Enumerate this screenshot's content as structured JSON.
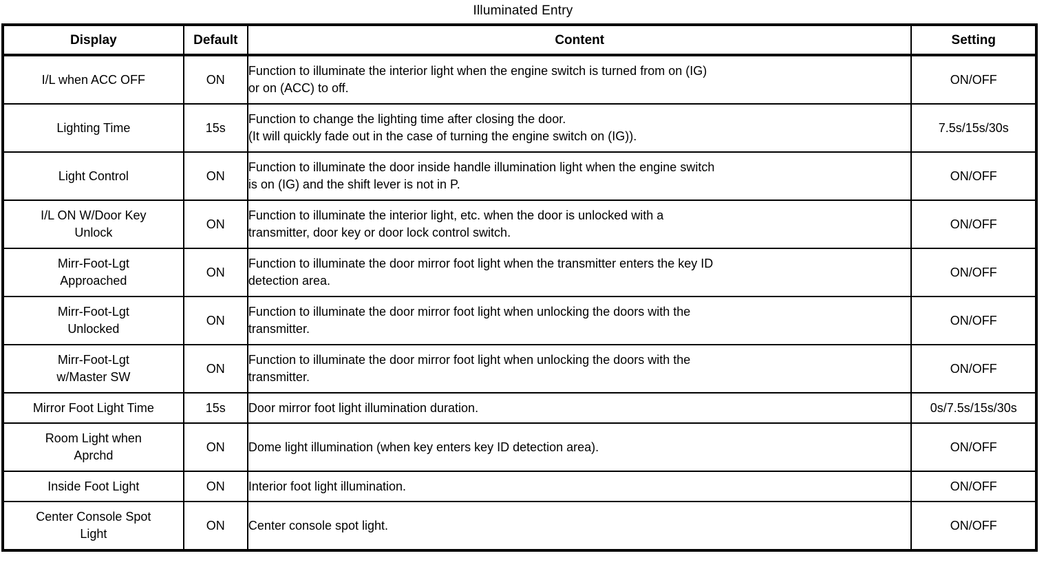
{
  "caption": "Illuminated Entry",
  "table": {
    "columns": [
      "Display",
      "Default",
      "Content",
      "Setting"
    ],
    "rows": [
      {
        "display": [
          "I/L when ACC OFF"
        ],
        "default": "ON",
        "content": [
          "Function to illuminate the interior light when the engine switch is turned from on (IG)",
          "or on (ACC) to off."
        ],
        "setting": "ON/OFF"
      },
      {
        "display": [
          "Lighting Time"
        ],
        "default": "15s",
        "content": [
          "Function to change the lighting time after closing the door.",
          "(It will quickly fade out in the case of turning the engine switch on (IG))."
        ],
        "setting": "7.5s/15s/30s"
      },
      {
        "display": [
          "Light Control"
        ],
        "default": "ON",
        "content": [
          "Function to illuminate the door inside handle illumination light when the engine switch",
          "is on (IG) and the shift lever is not in P."
        ],
        "setting": "ON/OFF"
      },
      {
        "display": [
          "I/L ON W/Door Key",
          "Unlock"
        ],
        "default": "ON",
        "content": [
          "Function to illuminate the interior light, etc. when the door is unlocked with a",
          "transmitter, door key or door lock control switch."
        ],
        "setting": "ON/OFF"
      },
      {
        "display": [
          "Mirr-Foot-Lgt",
          "Approached"
        ],
        "default": "ON",
        "content": [
          "Function to illuminate the door mirror foot light when the transmitter enters the key ID",
          "detection area."
        ],
        "setting": "ON/OFF"
      },
      {
        "display": [
          "Mirr-Foot-Lgt",
          "Unlocked"
        ],
        "default": "ON",
        "content": [
          "Function to illuminate the door mirror foot light when unlocking the doors with the",
          "transmitter."
        ],
        "setting": "ON/OFF"
      },
      {
        "display": [
          "Mirr-Foot-Lgt",
          "w/Master SW"
        ],
        "default": "ON",
        "content": [
          "Function to illuminate the door mirror foot light when unlocking the doors with the",
          "transmitter."
        ],
        "setting": "ON/OFF"
      },
      {
        "display": [
          "Mirror Foot Light Time"
        ],
        "default": "15s",
        "content": [
          "Door mirror foot light illumination duration."
        ],
        "setting": "0s/7.5s/15s/30s"
      },
      {
        "display": [
          "Room Light when",
          "Aprchd"
        ],
        "default": "ON",
        "content": [
          "Dome light illumination (when key enters key ID detection area)."
        ],
        "setting": "ON/OFF"
      },
      {
        "display": [
          "Inside Foot Light"
        ],
        "default": "ON",
        "content": [
          "Interior foot light illumination."
        ],
        "setting": "ON/OFF"
      },
      {
        "display": [
          "Center Console Spot",
          "Light"
        ],
        "default": "ON",
        "content": [
          "Center console spot light."
        ],
        "setting": "ON/OFF"
      }
    ]
  }
}
